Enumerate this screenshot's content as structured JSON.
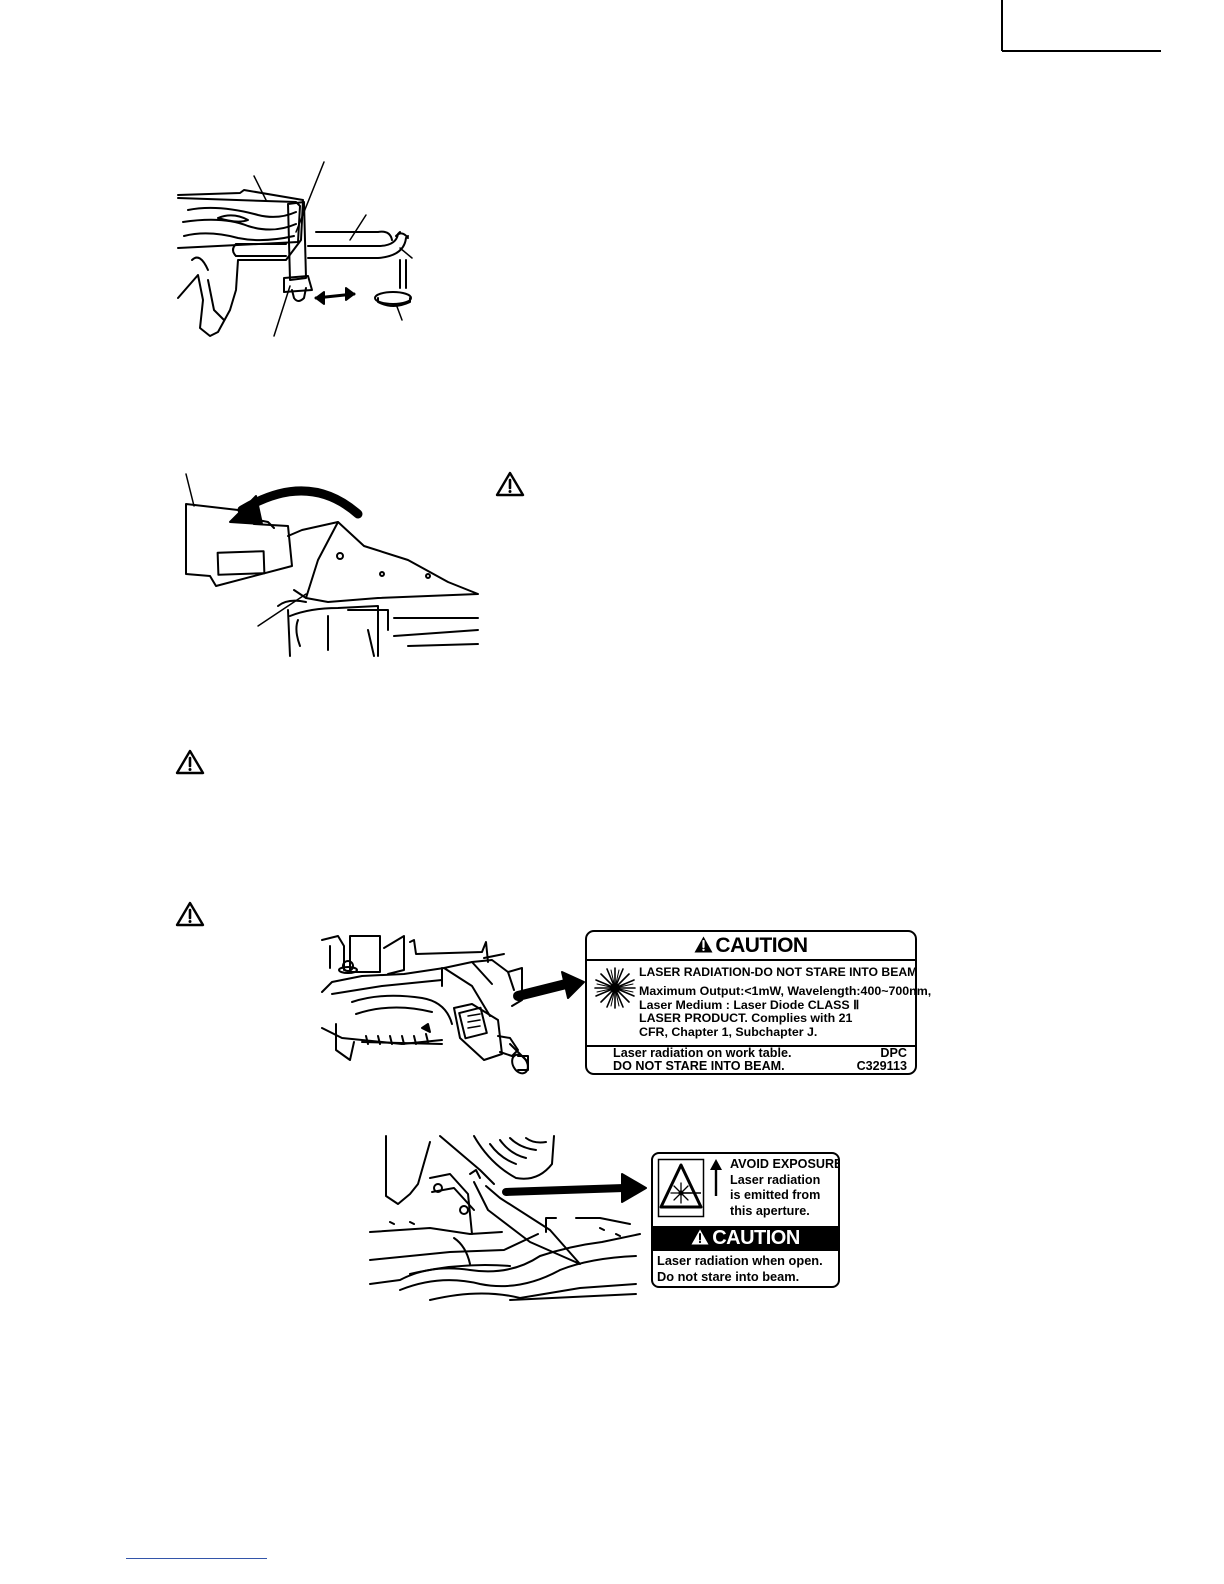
{
  "label_a": {
    "title": "CAUTION",
    "warning": "LASER RADIATION-DO NOT STARE INTO BEAM",
    "spec_lines": [
      "Maximum Output:<1mW, Wavelength:400~700nm,",
      "Laser  Medium : Laser  Diode  CLASS Ⅱ",
      "LASER  PRODUCT.  Complies  with  21",
      "CFR,  Chapter  1,  Subchapter  J."
    ],
    "footer_lines": [
      "Laser radiation on work table.",
      "DO  NOT  STARE  INTO  BEAM."
    ],
    "code_lines": [
      "DPC",
      "C329113"
    ]
  },
  "label_b": {
    "avoid_lines": [
      "AVOID  EXPOSURE",
      "Laser  radiation",
      "is  emitted  from",
      "this  aperture."
    ],
    "title": "CAUTION",
    "footer_lines": [
      "Laser  radiation when open.",
      "Do not stare into beam."
    ]
  },
  "icons": {
    "warning": "warning-triangle-icon",
    "laser": "laser-starburst-icon"
  }
}
